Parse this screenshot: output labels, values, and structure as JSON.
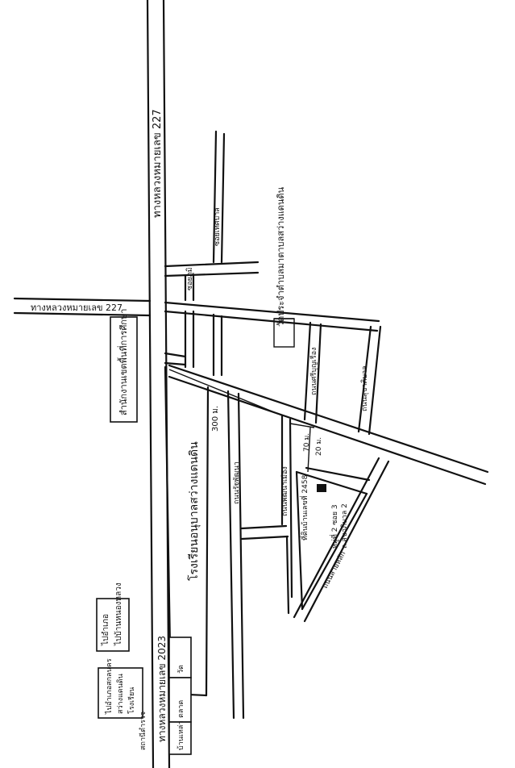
{
  "highway_227_main": "ทางหลวงหมายเลข 227",
  "highway_227_left": "ทางหลวงหมายเลข 227",
  "highway_2023": "ทางหลวงหมายเลข 2023",
  "office_label": "สำนักงานเขตพื้นที่การศึกษา",
  "school_label": "โรงเรียนอนุบาลสว่างแดนดิน",
  "temple_label": "วัดประจำตำบลมาตาบลสว่างแดนดิน",
  "dist_300": "300 ม.",
  "dist_70": "70 ม.",
  "dist_20": "20 ม.",
  "target_label_1": "หมู่ที่ 2 ซอย 3",
  "target_label_2": "ถ.สุขาภิบาล 2",
  "target_label_3": "ที่ดินบ้านเลขที่ 2458",
  "road_label_a": "ซอยเทศบาล",
  "road_label_b": "ถนนศรีบุญเรือง",
  "road_label_c": "ถนนสุขาภิบาล",
  "road_label_d": "ถนนรัฐพัฒนา",
  "road_label_e": "ถนนพัฒนาเมือง",
  "road_label_f": "ซอยภูมิ",
  "road_label_g": "ถนนสายหลัก",
  "corner_label_1": "ไปอำเภอ",
  "corner_label_2": "ไปบ้านหนองหลวง",
  "corner_label_3": "ไปอำเภอสกลนคร",
  "corner_label_4": "สว่างแดนดิน",
  "corner_label_5": "โรงเรียน",
  "corner_label_6": "วัด",
  "corner_label_7": "ตลาด",
  "corner_label_8": "บ้านเหล่า",
  "corner_label_9": "สถานีตำรวจ"
}
